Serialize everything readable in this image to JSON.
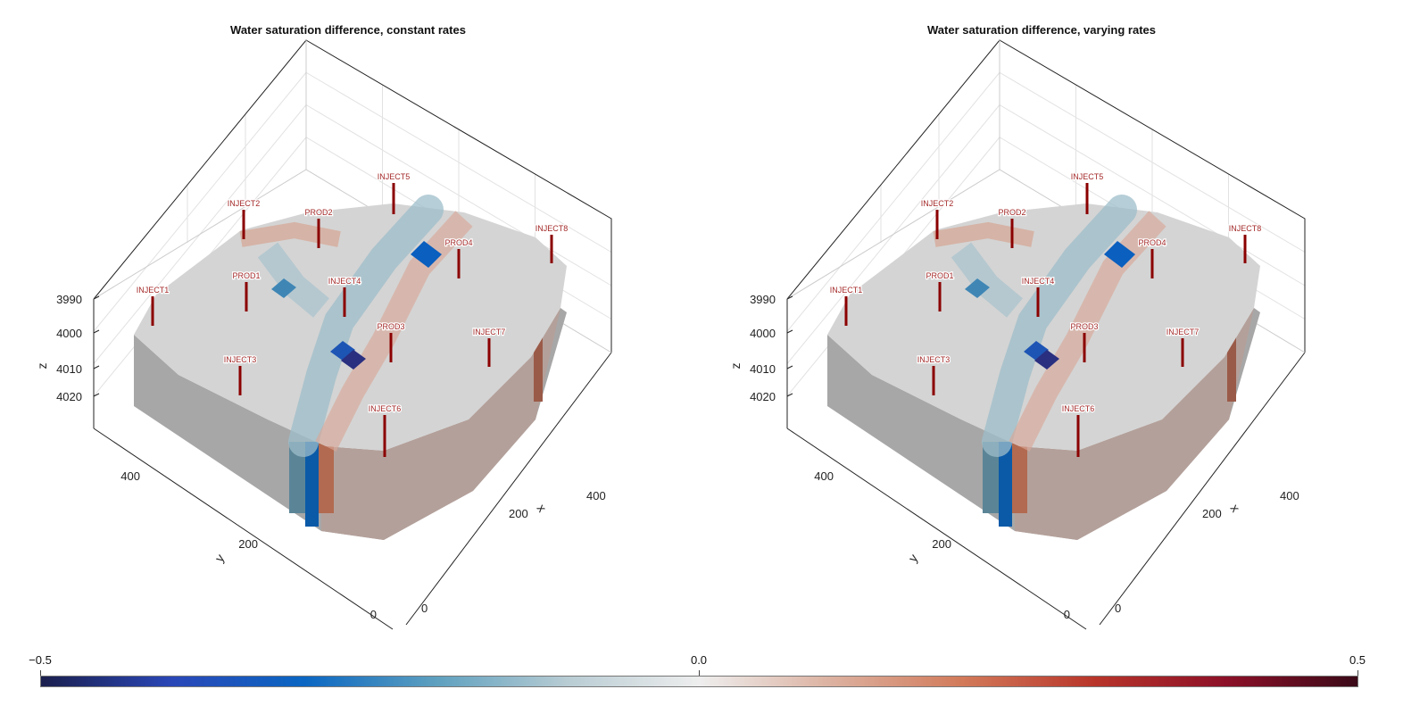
{
  "panels": [
    {
      "title": "Water saturation difference, constant rates"
    },
    {
      "title": "Water saturation difference, varying rates"
    }
  ],
  "chart_data": [
    {
      "type": "3d-voxel",
      "title": "Water saturation difference, constant rates",
      "xlabel": "x",
      "ylabel": "y",
      "zlabel": "z",
      "x_ticks": [
        "0",
        "200",
        "400"
      ],
      "y_ticks": [
        "0",
        "200",
        "400"
      ],
      "z_ticks": [
        "3990",
        "4000",
        "4010",
        "4020"
      ],
      "wells": [
        "INJECT1",
        "INJECT2",
        "INJECT3",
        "INJECT4",
        "INJECT5",
        "INJECT6",
        "INJECT7",
        "INJECT8",
        "PROD1",
        "PROD2",
        "PROD3",
        "PROD4"
      ]
    },
    {
      "type": "3d-voxel",
      "title": "Water saturation difference, varying rates",
      "xlabel": "x",
      "ylabel": "y",
      "zlabel": "z",
      "x_ticks": [
        "0",
        "200",
        "400"
      ],
      "y_ticks": [
        "0",
        "200",
        "400"
      ],
      "z_ticks": [
        "3990",
        "4000",
        "4010",
        "4020"
      ],
      "wells": [
        "INJECT1",
        "INJECT2",
        "INJECT3",
        "INJECT4",
        "INJECT5",
        "INJECT6",
        "INJECT7",
        "INJECT8",
        "PROD1",
        "PROD2",
        "PROD3",
        "PROD4"
      ]
    }
  ],
  "colorbar": {
    "ticks": [
      "−0.5",
      "0.0",
      "0.5"
    ],
    "range": [
      -0.5,
      0.5
    ],
    "colormap": [
      "#1b1f4d",
      "#2a47b8",
      "#0a66c2",
      "#5ea0bf",
      "#b8ccd3",
      "#eeeeee",
      "#dcb1a0",
      "#d27a5a",
      "#b8352a",
      "#8c1028",
      "#3a0a18"
    ]
  }
}
